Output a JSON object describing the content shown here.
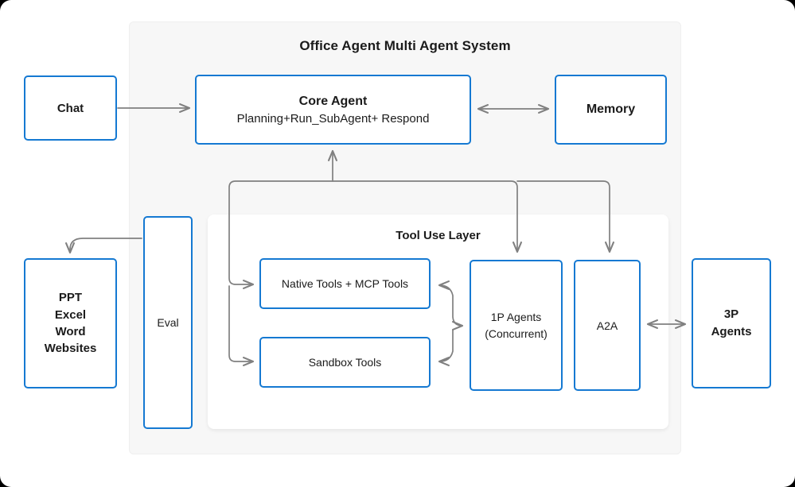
{
  "diagram": {
    "system": {
      "title": "Office Agent Multi Agent System"
    },
    "tool_layer": {
      "title": "Tool Use Layer"
    },
    "nodes": {
      "chat": {
        "label": "Chat"
      },
      "core": {
        "title": "Core Agent",
        "subtitle": "Planning+Run_SubAgent+ Respond"
      },
      "memory": {
        "label": "Memory"
      },
      "outputs": {
        "line1": "PPT",
        "line2": "Excel",
        "line3": "Word",
        "line4": "Websites"
      },
      "eval": {
        "label": "Eval"
      },
      "native": {
        "label": "Native Tools + MCP Tools"
      },
      "sandbox": {
        "label": "Sandbox Tools"
      },
      "agents1p": {
        "line1": "1P Agents",
        "line2": "(Concurrent)"
      },
      "a2a": {
        "label": "A2A"
      },
      "agents3p": {
        "line1": "3P",
        "line2": "Agents"
      }
    },
    "colors": {
      "node_border": "#1579d2",
      "node_fill": "#ffffff",
      "container_fill": "#f7f7f7",
      "panel_fill": "#ffffff",
      "connector": "#808080",
      "text": "#1b1b1b",
      "page": "#ffffff"
    }
  }
}
